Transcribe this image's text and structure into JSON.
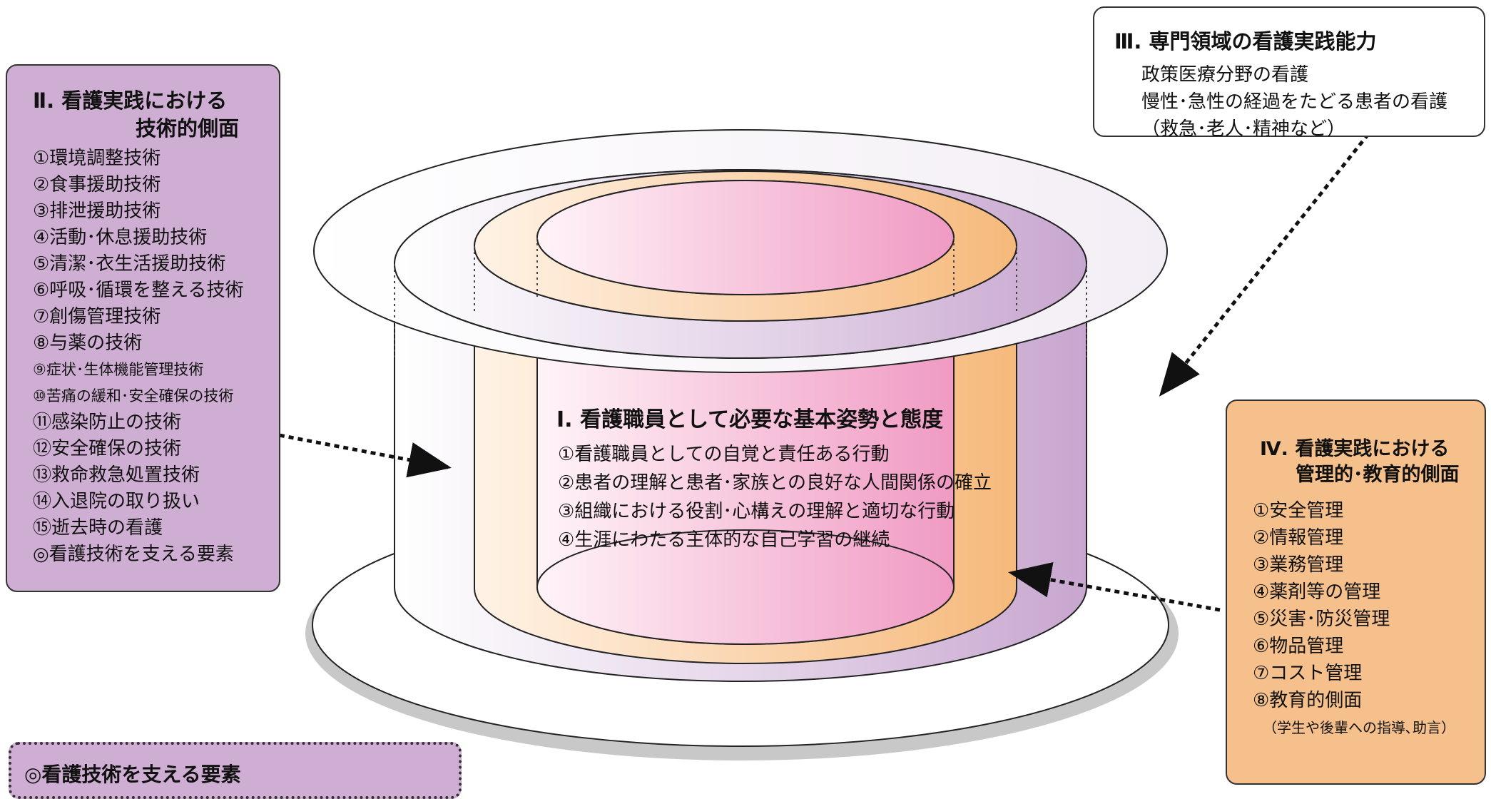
{
  "colors": {
    "purple_box": "#cfaed3",
    "orange_box": "#f5c08b",
    "pink_core": "#f09ac3",
    "orange_ring": "#f6b97b",
    "lavender_ring": "#c8a6cf"
  },
  "layer_ii": {
    "title_line1": "Ⅱ. 看護実践における",
    "title_line2": "技術的側面",
    "items": [
      "①環境調整技術",
      "②食事援助技術",
      "③排泄援助技術",
      "④活動･休息援助技術",
      "⑤清潔･衣生活援助技術",
      "⑥呼吸･循環を整える技術",
      "⑦創傷管理技術",
      "⑧与薬の技術",
      "⑨症状･生体機能管理技術",
      "⑩苦痛の緩和･安全確保の技術",
      "⑪感染防止の技術",
      "⑫安全確保の技術",
      "⑬救命救急処置技術",
      "⑭入退院の取り扱い",
      "⑮逝去時の看護",
      "◎看護技術を支える要素"
    ]
  },
  "layer_iii": {
    "title": "Ⅲ. 専門領域の看護実践能力",
    "items": [
      "政策医療分野の看護",
      "慢性･急性の経過をたどる患者の看護",
      "（救急･老人･精神など）"
    ]
  },
  "layer_i": {
    "title": "Ⅰ. 看護職員として必要な基本姿勢と態度",
    "items": [
      "①看護職員としての自覚と責任ある行動",
      "②患者の理解と患者･家族との良好な人間関係の確立",
      "③組織における役割･心構えの理解と適切な行動",
      "④生涯にわたる主体的な自己学習の継続"
    ]
  },
  "layer_iv": {
    "title_line1": "Ⅳ. 看護実践における",
    "title_line2": "管理的･教育的側面",
    "items": [
      "①安全管理",
      "②情報管理",
      "③業務管理",
      "④薬剤等の管理",
      "⑤災害･防災管理",
      "⑥物品管理",
      "⑦コスト管理",
      "⑧教育的側面",
      "（学生や後輩への指導､助言）"
    ]
  },
  "support": {
    "title": "◎看護技術を支える要素"
  }
}
